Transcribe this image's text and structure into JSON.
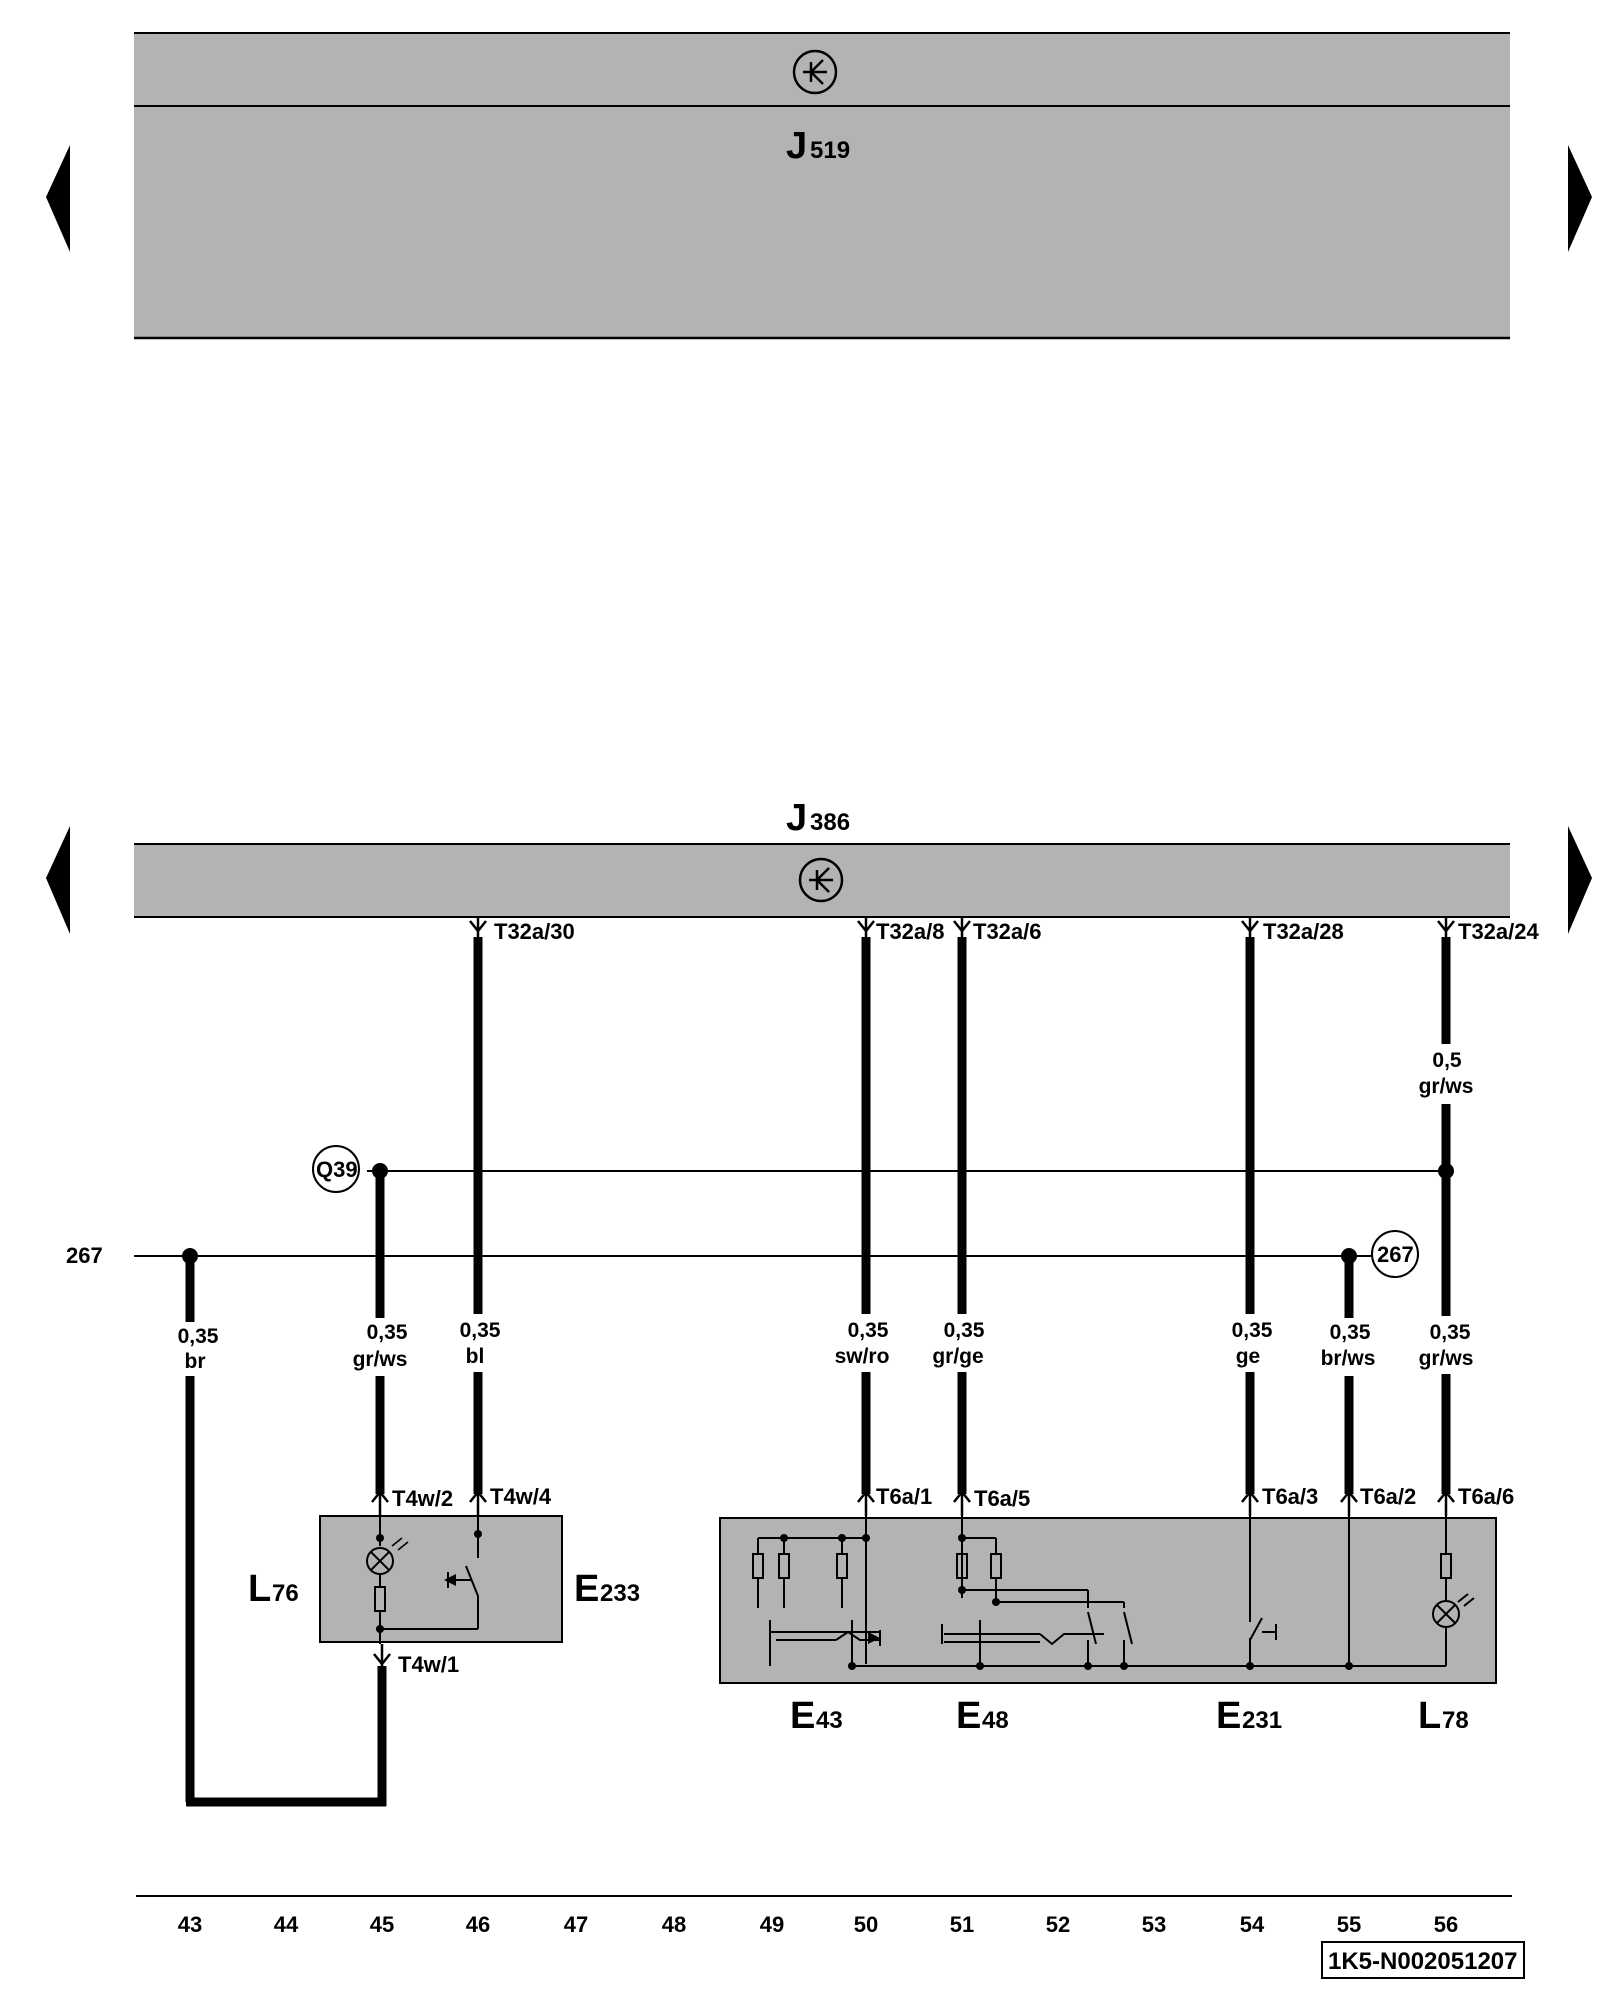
{
  "modules": {
    "top": {
      "letter": "J",
      "number": "519"
    },
    "bottom": {
      "letter": "J",
      "number": "386"
    }
  },
  "components": {
    "L76": {
      "letter": "L",
      "number": "76"
    },
    "E233": {
      "letter": "E",
      "number": "233"
    },
    "E43": {
      "letter": "E",
      "number": "43"
    },
    "E48": {
      "letter": "E",
      "number": "48"
    },
    "E231": {
      "letter": "E",
      "number": "231"
    },
    "L78": {
      "letter": "L",
      "number": "78"
    }
  },
  "pins": {
    "t32a_30": "T32a/30",
    "t32a_8": "T32a/8",
    "t32a_6": "T32a/6",
    "t32a_28": "T32a/28",
    "t32a_24": "T32a/24",
    "t4w_2": "T4w/2",
    "t4w_4": "T4w/4",
    "t4w_1": "T4w/1",
    "t6a_1": "T6a/1",
    "t6a_5": "T6a/5",
    "t6a_3": "T6a/3",
    "t6a_2": "T6a/2",
    "t6a_6": "T6a/6"
  },
  "wires": {
    "w43": {
      "size": "0,35",
      "color": "br"
    },
    "w45": {
      "size": "0,35",
      "color": "gr/ws"
    },
    "w46": {
      "size": "0,35",
      "color": "bl"
    },
    "w50": {
      "size": "0,35",
      "color": "sw/ro"
    },
    "w51": {
      "size": "0,35",
      "color": "gr/ge"
    },
    "w54": {
      "size": "0,35",
      "color": "ge"
    },
    "w55": {
      "size": "0,35",
      "color": "br/ws"
    },
    "w56_upper": {
      "size": "0,5",
      "color": "gr/ws"
    },
    "w56_lower": {
      "size": "0,35",
      "color": "gr/ws"
    }
  },
  "references": {
    "bus_left": "267",
    "bus_circle": "267",
    "q39": "Q39"
  },
  "track_numbers": [
    "43",
    "44",
    "45",
    "46",
    "47",
    "48",
    "49",
    "50",
    "51",
    "52",
    "53",
    "54",
    "55",
    "56"
  ],
  "doc_id": "1K5-N002051207"
}
